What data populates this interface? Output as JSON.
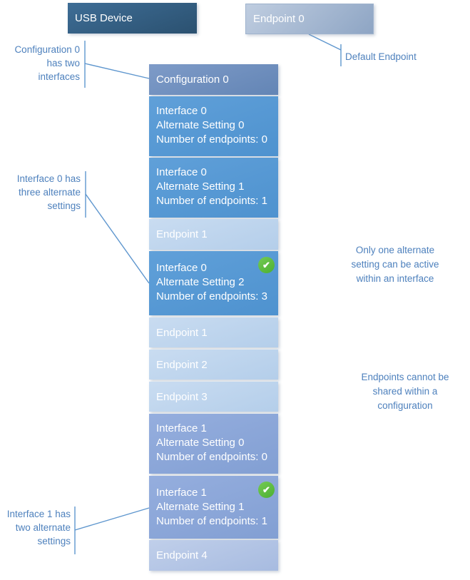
{
  "nodes": {
    "usb_device": {
      "label": "USB Device"
    },
    "endpoint0": {
      "label": "Endpoint 0"
    },
    "config0": {
      "label": "Configuration 0"
    },
    "stack": [
      {
        "kind": "interface",
        "lines": [
          "Interface 0",
          "Alternate Setting 0",
          "Number of endpoints: 0"
        ],
        "active": false
      },
      {
        "kind": "interface",
        "lines": [
          "Interface 0",
          "Alternate Setting 1",
          "Number of endpoints: 1"
        ],
        "active": false
      },
      {
        "kind": "endpoint",
        "label": "Endpoint 1"
      },
      {
        "kind": "interface",
        "lines": [
          "Interface 0",
          "Alternate Setting 2",
          "Number of endpoints: 3"
        ],
        "active": true
      },
      {
        "kind": "endpoint",
        "label": "Endpoint 1"
      },
      {
        "kind": "endpoint",
        "label": "Endpoint 2"
      },
      {
        "kind": "endpoint",
        "label": "Endpoint 3"
      },
      {
        "kind": "interface",
        "lines": [
          "Interface 1",
          "Alternate Setting 0",
          "Number of endpoints: 0"
        ],
        "active": false
      },
      {
        "kind": "interface",
        "lines": [
          "Interface 1",
          "Alternate Setting 1",
          "Number of endpoints: 1"
        ],
        "active": true
      },
      {
        "kind": "endpoint",
        "label": "Endpoint 4"
      }
    ]
  },
  "annotations": {
    "config_note": {
      "lines": [
        "Configuration 0",
        "has two",
        "interfaces"
      ]
    },
    "interface0_note": {
      "lines": [
        "Interface 0 has",
        "three alternate",
        "settings"
      ]
    },
    "interface1_note": {
      "lines": [
        "Interface 1 has",
        "two alternate",
        "settings"
      ]
    },
    "default_endpoint_note": {
      "label": "Default Endpoint"
    },
    "alternate_setting_note": {
      "lines": [
        "Only one alternate",
        "setting can be active",
        "within an interface"
      ]
    },
    "endpoint_sharing_note": {
      "lines": [
        "Endpoints cannot be",
        "shared within a",
        "configuration"
      ]
    }
  },
  "icons": {
    "active_check_glyph": "✔"
  },
  "colors": {
    "usb_device_fill": "#32608A",
    "endpoint0_fill": "#A5B8D3",
    "configuration_fill": "#6E8EBE",
    "interface0_fill": "#5B9BD5",
    "endpoint_fill": "#BDD7EE",
    "interface1_fill": "#8FA8DB",
    "endpoint4_fill": "#B4C6E7",
    "annotation_text": "#4E81BD",
    "callout_line": "#5E96CE",
    "active_check_green": "#57BB3F"
  }
}
